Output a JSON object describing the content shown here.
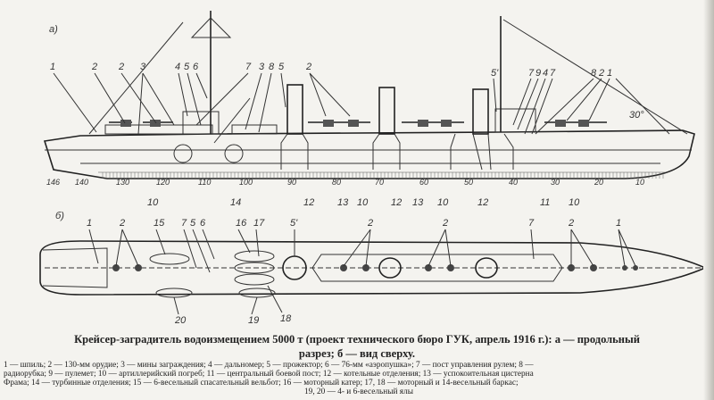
{
  "profile": {
    "view_label": "а)",
    "callouts_top": [
      "1",
      "2",
      "2",
      "3",
      "4",
      "5",
      "6",
      "7",
      "3",
      "8",
      "5",
      "2",
      "5'",
      "7",
      "9",
      "4",
      "7",
      "8",
      "2",
      "1",
      "30°"
    ],
    "frame_numbers": [
      "146",
      "140",
      "130",
      "120",
      "110",
      "100",
      "90",
      "80",
      "70",
      "60",
      "50",
      "40",
      "30",
      "20",
      "10"
    ],
    "callouts_bottom": [
      "10",
      "14",
      "12",
      "13",
      "10",
      "12",
      "13",
      "10",
      "12",
      "11",
      "10"
    ]
  },
  "plan": {
    "view_label": "б)",
    "callouts_top": [
      "1",
      "2",
      "15",
      "7",
      "5",
      "6",
      "16",
      "17",
      "5'",
      "2",
      "2",
      "7",
      "2",
      "1"
    ],
    "callouts_bottom": [
      "20",
      "19",
      "18"
    ]
  },
  "caption": {
    "title_line1": "Крейсер-заградитель водоизмещением 5000 т (проект технического бюро ГУК, апрель 1916 г.): а — продольный",
    "title_line2": "разрез; б — вид сверху.",
    "legend": [
      "1 — шпиль; 2 — 130-мм орудие; 3 — мины заграждения; 4 — дальномер; 5 — прожектор; 6 — 76-мм «аэропушка»; 7 — пост управления рулем; 8 —",
      "радиорубка; 9 — пулемет; 10 — артиллерийский погреб; 11 — центральный боевой пост; 12 — котельные отделения; 13 — успокоительная цистерна",
      "Фрама; 14 — турбинные отделения; 15 — 6-весельный спасательный вельбот; 16 — моторный катер; 17, 18 — моторный и 14-весельный баркас;",
      "19, 20 — 4- и 6-весельный ялы"
    ]
  }
}
